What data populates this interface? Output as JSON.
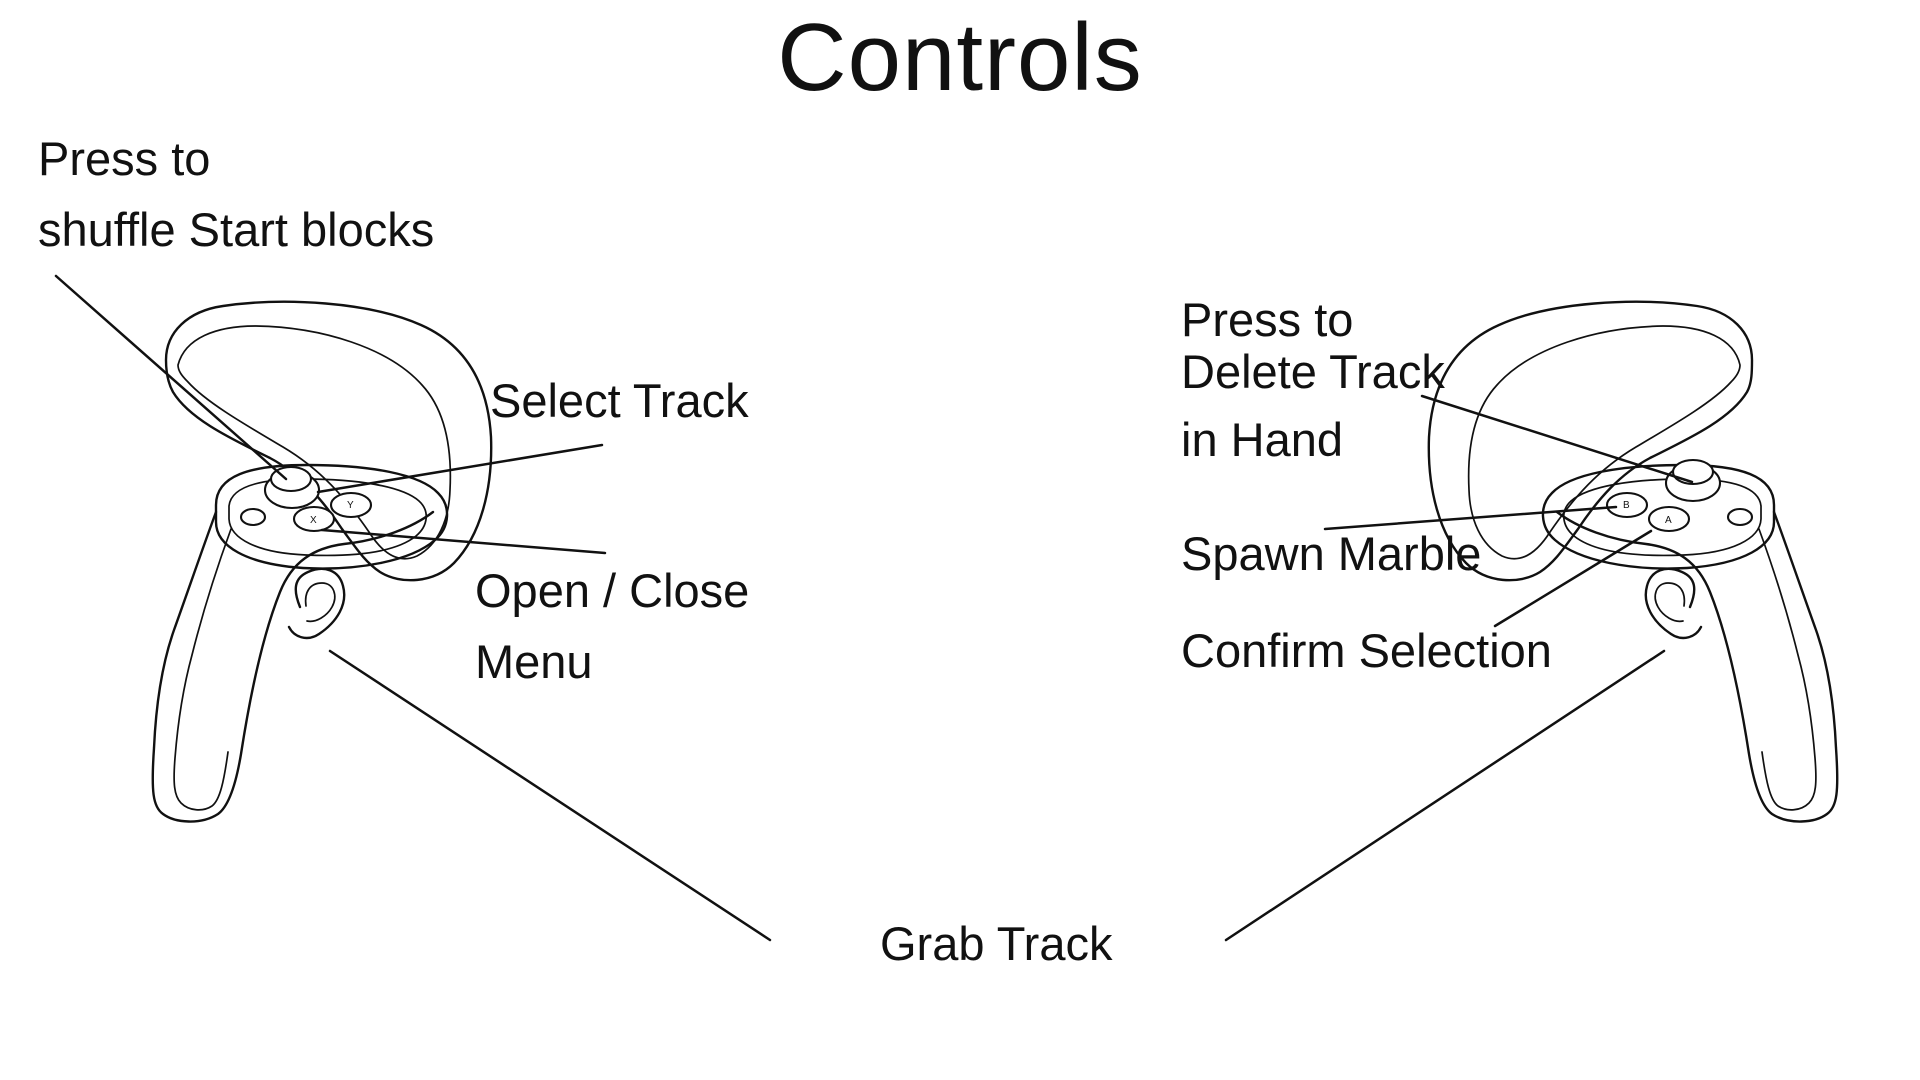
{
  "title": "Controls",
  "left_controller": {
    "shuffle_label_line1": "Press to",
    "shuffle_label_line2": "shuffle Start blocks",
    "select_label": "Select Track",
    "menu_label_line1": "Open / Close",
    "menu_label_line2": "Menu",
    "face_buttons": [
      "X",
      "Y"
    ]
  },
  "right_controller": {
    "delete_label_line1": "Press to",
    "delete_label_line2": "Delete Track",
    "delete_label_line3": "in Hand",
    "spawn_label": "Spawn Marble",
    "confirm_label": "Confirm Selection",
    "face_buttons": [
      "A",
      "B"
    ]
  },
  "grab_label": "Grab Track"
}
